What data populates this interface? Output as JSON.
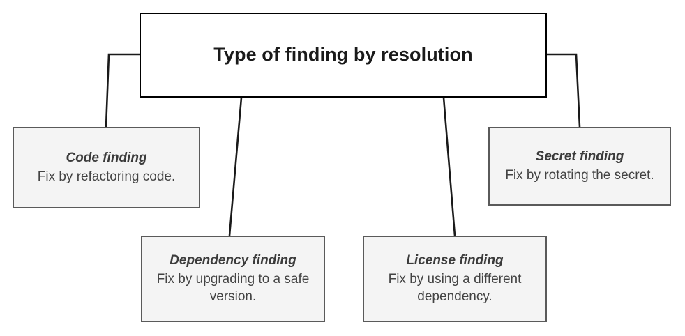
{
  "diagram": {
    "type": "tree",
    "title": "Type of finding by resolution",
    "root": {
      "label": "Type of finding by resolution"
    },
    "children": [
      {
        "id": "code-finding",
        "title": "Code finding",
        "description": "Fix by refactoring code."
      },
      {
        "id": "dependency-finding",
        "title": "Dependency finding",
        "description": "Fix by upgrading to a safe version."
      },
      {
        "id": "license-finding",
        "title": "License finding",
        "description": "Fix by using a different dependency."
      },
      {
        "id": "secret-finding",
        "title": "Secret finding",
        "description": "Fix by rotating the secret."
      }
    ],
    "colors": {
      "canvas": "#ffffff",
      "root_fill": "#ffffff",
      "root_border": "#000000",
      "leaf_fill": "#f4f4f4",
      "leaf_border": "#5a5a5a",
      "connector": "#1a1a1a",
      "root_text": "#1a1a1a",
      "leaf_title_text": "#3b3b3b",
      "leaf_desc_text": "#434343"
    }
  }
}
